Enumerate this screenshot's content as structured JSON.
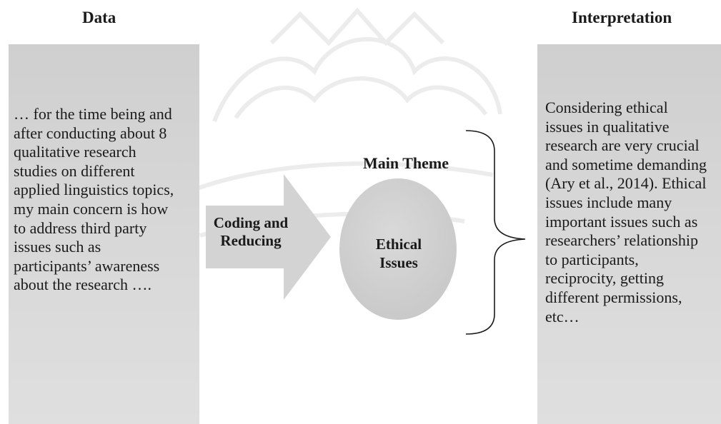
{
  "headers": {
    "data": "Data",
    "interpretation": "Interpretation"
  },
  "data_box": {
    "lines": [
      "… for the time being and",
      "after conducting about 8",
      "qualitative research",
      "studies on different",
      "applied linguistics topics,",
      "my main concern is how",
      "to address third party",
      "issues such as",
      "participants’ awareness",
      "about the research …."
    ]
  },
  "arrow": {
    "label_line1": "Coding and",
    "label_line2": "Reducing"
  },
  "theme": {
    "title": "Main Theme",
    "circle_line1": "Ethical",
    "circle_line2": "Issues"
  },
  "interpretation_box": {
    "lines": [
      "Considering ethical",
      "issues in qualitative",
      "research are very crucial",
      "and sometime demanding",
      "(Ary et al., 2014). Ethical",
      "issues include many",
      "important issues such as",
      "researchers’ relationship",
      "to participants,",
      "reciprocity, getting",
      "different permissions,",
      "etc…"
    ]
  },
  "colors": {
    "panel": "#d5d5d5",
    "arrow": "#d3d3d3",
    "circle": "#cfcfcf",
    "text": "#1a1a1a"
  }
}
